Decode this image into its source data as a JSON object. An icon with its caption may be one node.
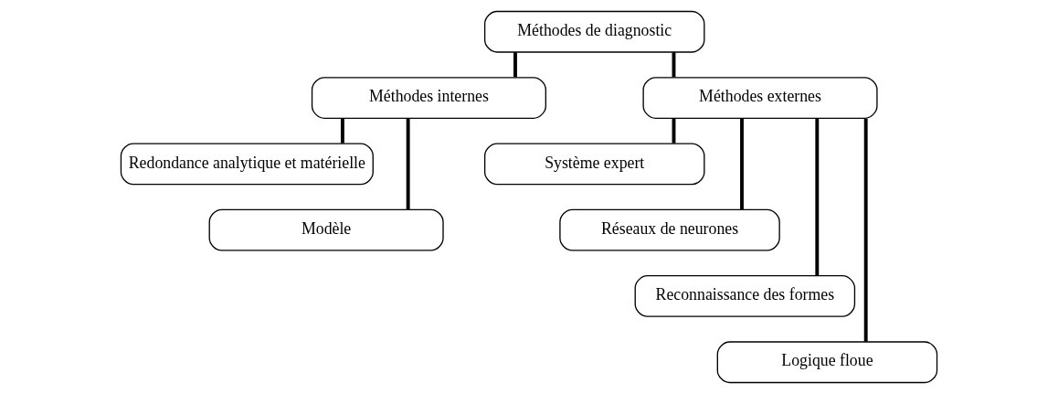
{
  "diagram": {
    "nodes": [
      {
        "text": [
          "Méthodes de diagnostic"
        ]
      },
      {
        "text": [
          "Méthodes internes"
        ]
      },
      {
        "text": [
          "Méthodes externes"
        ]
      },
      {
        "text": [
          "Redondance analytique et matérielle"
        ]
      },
      {
        "text": [
          "Modèle"
        ]
      },
      {
        "text": [
          "Système expert"
        ]
      },
      {
        "text": [
          "Réseaux de neurones"
        ]
      },
      {
        "text": [
          "Reconnaissance des formes"
        ]
      },
      {
        "text": [
          "Logique floue"
        ]
      }
    ],
    "edges": [
      {
        "from": 0,
        "to": 1,
        "arrow": "none"
      },
      {
        "from": 0,
        "to": 2,
        "arrow": "none"
      },
      {
        "from": 1,
        "to": 3,
        "arrow": "none"
      },
      {
        "from": 1,
        "to": 4,
        "arrow": "none"
      },
      {
        "from": 2,
        "to": 5,
        "arrow": "none"
      },
      {
        "from": 2,
        "to": 6,
        "arrow": "none"
      },
      {
        "from": 2,
        "to": 7,
        "arrow": "none"
      },
      {
        "from": 2,
        "to": 8,
        "arrow": "none"
      }
    ]
  }
}
